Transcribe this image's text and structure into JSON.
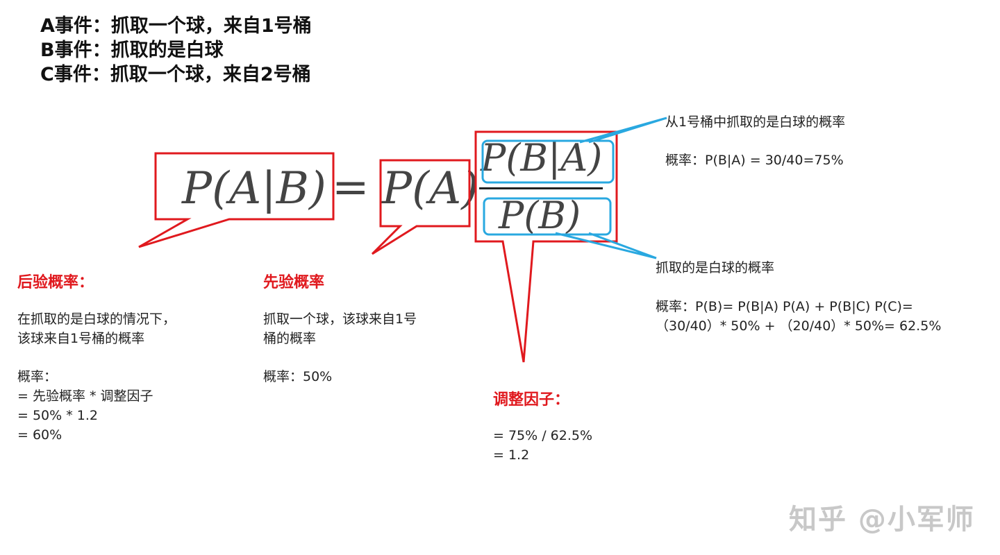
{
  "events": {
    "a": "A事件：抓取一个球，来自1号桶",
    "b": "B事件：抓取的是白球",
    "c": "C事件：抓取一个球，来自2号桶"
  },
  "formula": {
    "lhs": "P(A|B)",
    "equals": "=",
    "prior": "P(A)",
    "numerator": "P(B|A)",
    "denominator": "P(B)"
  },
  "posterior": {
    "heading": "后验概率：",
    "desc": [
      "在抓取的是白球的情况下，",
      "该球来自1号桶的概率"
    ],
    "calc": [
      "概率：",
      "= 先验概率 * 调整因子",
      "= 50% * 1.2",
      "= 60%"
    ]
  },
  "prior": {
    "heading": "先验概率",
    "desc": [
      "抓取一个球，该球来自1号",
      "桶的概率"
    ],
    "calc": "概率：50%"
  },
  "adjust": {
    "heading": "调整因子：",
    "calc": [
      "= 75% / 62.5%",
      "= 1.2"
    ]
  },
  "likelihood": {
    "desc": "从1号桶中抓取的是白球的概率",
    "calc": "概率：P(B|A) = 30/40=75%"
  },
  "evidence": {
    "desc": "抓取的是白球的概率",
    "calc": [
      "概率：P(B)= P(B|A) P(A) + P(B|C) P(C)=",
      "（30/40）*  50% +  （20/40）* 50%= 62.5%"
    ]
  },
  "watermark": "知乎 @小军师",
  "colors": {
    "red": "#e0191e",
    "blue": "#29a8e0"
  }
}
